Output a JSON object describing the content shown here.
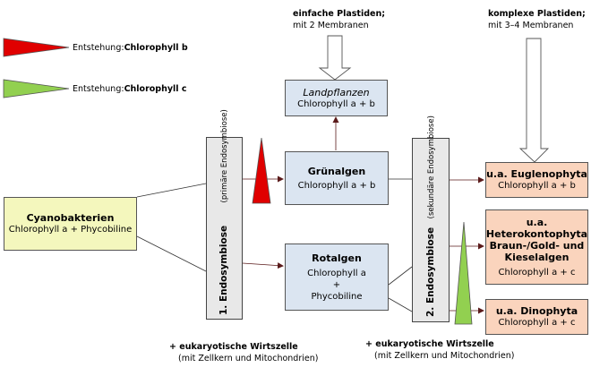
{
  "legend": {
    "b": {
      "prefix": "Entstehung:",
      "name": "Chlorophyll b",
      "color": "#e00000"
    },
    "c": {
      "prefix": "Entstehung:",
      "name": "Chlorophyll c",
      "color": "#92d050"
    }
  },
  "top_labels": {
    "simple": {
      "title": "einfache Plastiden;",
      "sub": "mit 2 Membranen"
    },
    "complex": {
      "title": "komplexe Plastiden;",
      "sub": "mit 3–4 Membranen"
    }
  },
  "nodes": {
    "cyanobakterien": {
      "title": "Cyanobakterien",
      "sub": "Chlorophyll a + Phycobiline"
    },
    "landpflanzen": {
      "title": "Landpflanzen",
      "sub": "Chlorophyll a + b"
    },
    "gruenalgen": {
      "title": "Grünalgen",
      "sub": "Chlorophyll a + b"
    },
    "rotalgen": {
      "title": "Rotalgen",
      "line1": "Chlorophyll a",
      "line2": "+",
      "line3": "Phycobiline"
    },
    "euglenophyta": {
      "title": "u.a. Euglenophyta",
      "sub": "Chlorophyll a + b"
    },
    "heterokontophyta": {
      "line1": "u.a.",
      "line2": "Heterokontophyta",
      "line3": "Braun-/Gold- und",
      "line4": "Kieselalgen",
      "sub": "Chlorophyll a + c"
    },
    "dinophyta": {
      "title": "u.a. Dinophyta",
      "sub": "Chlorophyll a + c"
    }
  },
  "endosymbiosis": {
    "first": {
      "main": "1. Endosymbiose",
      "note": "(primäre Endosymbiose)"
    },
    "second": {
      "main": "2. Endosymbiose",
      "note": "(sekundäre Endosymbiose)"
    }
  },
  "host": {
    "first": {
      "title": "+ eukaryotische Wirtszelle",
      "sub": "(mit Zellkern und Mitochondrien)"
    },
    "second": {
      "title": "+ eukaryotische Wirtszelle",
      "sub": "(mit Zellkern und Mitochondrien)"
    }
  }
}
